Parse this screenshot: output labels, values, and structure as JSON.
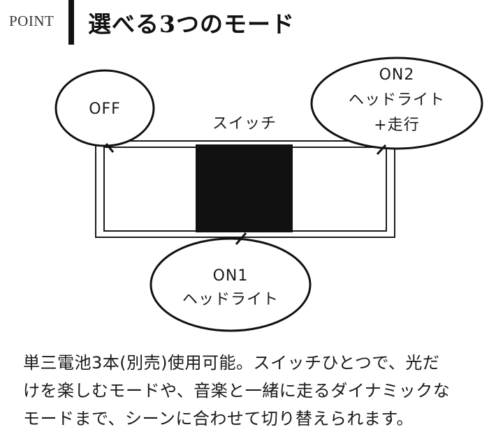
{
  "header": {
    "point_label": "POINT",
    "title": "選べる3つのモード"
  },
  "diagram": {
    "switch_label": "スイッチ",
    "modes": [
      {
        "id": "off",
        "lines": [
          "OFF"
        ]
      },
      {
        "id": "on2",
        "lines": [
          "ON2",
          "ヘッドライト",
          "+走行"
        ]
      },
      {
        "id": "on1",
        "lines": [
          "ON1",
          "ヘッドライト"
        ]
      }
    ]
  },
  "description": {
    "lines": [
      "単三電池3本(別売)使用可能。スイッチひとつで、光だ",
      "けを楽しむモードや、音楽と一緒に走るダイナミックな",
      "モードまで、シーンに合わせて切り替えられます。"
    ]
  }
}
